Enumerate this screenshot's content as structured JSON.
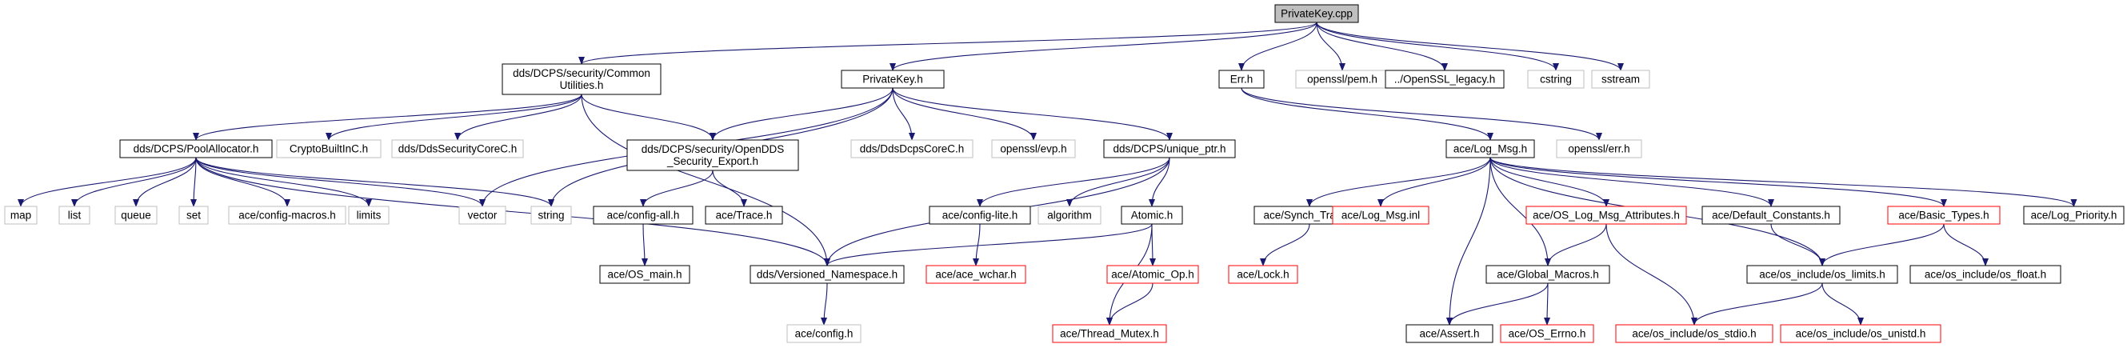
{
  "diagram": {
    "title": "PrivateKey.cpp",
    "colors": {
      "edge": "#191970",
      "root_fill": "#bfbfbf",
      "node_stroke": "#000000",
      "external_stroke": "#bfbfbf",
      "missing_stroke": "#ff0000",
      "text": "#000000"
    },
    "nodes": [
      {
        "id": "privatekey_cpp",
        "label": "PrivateKey.cpp",
        "style": "root"
      },
      {
        "id": "common_utilities",
        "label": "dds/DCPS/security/Common\nUtilities.h",
        "style": "normal"
      },
      {
        "id": "privatekey_h",
        "label": "PrivateKey.h",
        "style": "normal"
      },
      {
        "id": "err_h",
        "label": "Err.h",
        "style": "normal"
      },
      {
        "id": "openssl_pem",
        "label": "openssl/pem.h",
        "style": "external"
      },
      {
        "id": "openssl_legacy",
        "label": "../OpenSSL_legacy.h",
        "style": "normal"
      },
      {
        "id": "cstring",
        "label": "cstring",
        "style": "external"
      },
      {
        "id": "sstream",
        "label": "sstream",
        "style": "external"
      },
      {
        "id": "pool_allocator",
        "label": "dds/DCPS/PoolAllocator.h",
        "style": "normal"
      },
      {
        "id": "crypto_builtin",
        "label": "CryptoBuiltInC.h",
        "style": "external"
      },
      {
        "id": "dds_security_core",
        "label": "dds/DdsSecurityCoreC.h",
        "style": "external"
      },
      {
        "id": "opendds_security_export",
        "label": "dds/DCPS/security/OpenDDS\n_Security_Export.h",
        "style": "normal"
      },
      {
        "id": "dds_dcps_core",
        "label": "dds/DdsDcpsCoreC.h",
        "style": "external"
      },
      {
        "id": "openssl_evp",
        "label": "openssl/evp.h",
        "style": "external"
      },
      {
        "id": "unique_ptr",
        "label": "dds/DCPS/unique_ptr.h",
        "style": "normal"
      },
      {
        "id": "log_msg",
        "label": "ace/Log_Msg.h",
        "style": "normal"
      },
      {
        "id": "openssl_err",
        "label": "openssl/err.h",
        "style": "external"
      },
      {
        "id": "map",
        "label": "map",
        "style": "external"
      },
      {
        "id": "list",
        "label": "list",
        "style": "external"
      },
      {
        "id": "queue",
        "label": "queue",
        "style": "external"
      },
      {
        "id": "set",
        "label": "set",
        "style": "external"
      },
      {
        "id": "config_macros",
        "label": "ace/config-macros.h",
        "style": "external"
      },
      {
        "id": "limits",
        "label": "limits",
        "style": "external"
      },
      {
        "id": "vector",
        "label": "vector",
        "style": "external"
      },
      {
        "id": "string",
        "label": "string",
        "style": "external"
      },
      {
        "id": "config_all",
        "label": "ace/config-all.h",
        "style": "normal"
      },
      {
        "id": "trace_h",
        "label": "ace/Trace.h",
        "style": "normal"
      },
      {
        "id": "config_lite",
        "label": "ace/config-lite.h",
        "style": "normal"
      },
      {
        "id": "algorithm",
        "label": "algorithm",
        "style": "external"
      },
      {
        "id": "atomic_h",
        "label": "Atomic.h",
        "style": "normal"
      },
      {
        "id": "synch_traits",
        "label": "ace/Synch_Traits.h",
        "style": "normal"
      },
      {
        "id": "log_msg_inl",
        "label": "ace/Log_Msg.inl",
        "style": "missing"
      },
      {
        "id": "os_log_msg_attributes",
        "label": "ace/OS_Log_Msg_Attributes.h",
        "style": "missing"
      },
      {
        "id": "default_constants",
        "label": "ace/Default_Constants.h",
        "style": "normal"
      },
      {
        "id": "basic_types",
        "label": "ace/Basic_Types.h",
        "style": "missing"
      },
      {
        "id": "log_priority",
        "label": "ace/Log_Priority.h",
        "style": "normal"
      },
      {
        "id": "os_main",
        "label": "ace/OS_main.h",
        "style": "normal"
      },
      {
        "id": "versioned_namespace",
        "label": "dds/Versioned_Namespace.h",
        "style": "normal"
      },
      {
        "id": "ace_wchar",
        "label": "ace/ace_wchar.h",
        "style": "missing"
      },
      {
        "id": "atomic_op",
        "label": "ace/Atomic_Op.h",
        "style": "missing"
      },
      {
        "id": "lock_h",
        "label": "ace/Lock.h",
        "style": "missing"
      },
      {
        "id": "global_macros",
        "label": "ace/Global_Macros.h",
        "style": "normal"
      },
      {
        "id": "os_limits",
        "label": "ace/os_include/os_limits.h",
        "style": "normal"
      },
      {
        "id": "os_float",
        "label": "ace/os_include/os_float.h",
        "style": "normal"
      },
      {
        "id": "config_h",
        "label": "ace/config.h",
        "style": "external"
      },
      {
        "id": "thread_mutex",
        "label": "ace/Thread_Mutex.h",
        "style": "missing"
      },
      {
        "id": "assert_h",
        "label": "ace/Assert.h",
        "style": "normal"
      },
      {
        "id": "os_errno",
        "label": "ace/OS_Errno.h",
        "style": "missing"
      },
      {
        "id": "os_stdio",
        "label": "ace/os_include/os_stdio.h",
        "style": "missing"
      },
      {
        "id": "os_unistd",
        "label": "ace/os_include/os_unistd.h",
        "style": "missing"
      }
    ],
    "edges": [
      [
        "privatekey_cpp",
        "common_utilities"
      ],
      [
        "privatekey_cpp",
        "privatekey_h"
      ],
      [
        "privatekey_cpp",
        "err_h"
      ],
      [
        "privatekey_cpp",
        "openssl_pem"
      ],
      [
        "privatekey_cpp",
        "openssl_legacy"
      ],
      [
        "privatekey_cpp",
        "cstring"
      ],
      [
        "privatekey_cpp",
        "sstream"
      ],
      [
        "common_utilities",
        "pool_allocator"
      ],
      [
        "common_utilities",
        "crypto_builtin"
      ],
      [
        "common_utilities",
        "dds_security_core"
      ],
      [
        "common_utilities",
        "opendds_security_export"
      ],
      [
        "common_utilities",
        "versioned_namespace"
      ],
      [
        "privatekey_h",
        "opendds_security_export"
      ],
      [
        "privatekey_h",
        "dds_dcps_core"
      ],
      [
        "privatekey_h",
        "openssl_evp"
      ],
      [
        "privatekey_h",
        "unique_ptr"
      ],
      [
        "privatekey_h",
        "vector"
      ],
      [
        "privatekey_h",
        "string"
      ],
      [
        "err_h",
        "log_msg"
      ],
      [
        "err_h",
        "openssl_err"
      ],
      [
        "pool_allocator",
        "map"
      ],
      [
        "pool_allocator",
        "list"
      ],
      [
        "pool_allocator",
        "queue"
      ],
      [
        "pool_allocator",
        "set"
      ],
      [
        "pool_allocator",
        "config_macros"
      ],
      [
        "pool_allocator",
        "limits"
      ],
      [
        "pool_allocator",
        "vector"
      ],
      [
        "pool_allocator",
        "string"
      ],
      [
        "pool_allocator",
        "versioned_namespace"
      ],
      [
        "opendds_security_export",
        "config_all"
      ],
      [
        "opendds_security_export",
        "trace_h"
      ],
      [
        "unique_ptr",
        "config_lite"
      ],
      [
        "unique_ptr",
        "algorithm"
      ],
      [
        "unique_ptr",
        "atomic_h"
      ],
      [
        "unique_ptr",
        "versioned_namespace"
      ],
      [
        "config_all",
        "os_main"
      ],
      [
        "config_lite",
        "ace_wchar"
      ],
      [
        "atomic_h",
        "versioned_namespace"
      ],
      [
        "atomic_h",
        "atomic_op"
      ],
      [
        "atomic_h",
        "thread_mutex"
      ],
      [
        "atomic_op",
        "thread_mutex"
      ],
      [
        "versioned_namespace",
        "config_h"
      ],
      [
        "log_msg",
        "synch_traits"
      ],
      [
        "log_msg",
        "log_msg_inl"
      ],
      [
        "log_msg",
        "os_log_msg_attributes"
      ],
      [
        "log_msg",
        "default_constants"
      ],
      [
        "log_msg",
        "basic_types"
      ],
      [
        "log_msg",
        "log_priority"
      ],
      [
        "log_msg",
        "global_macros"
      ],
      [
        "log_msg",
        "assert_h"
      ],
      [
        "log_msg",
        "os_limits"
      ],
      [
        "synch_traits",
        "lock_h"
      ],
      [
        "os_log_msg_attributes",
        "global_macros"
      ],
      [
        "os_log_msg_attributes",
        "os_stdio"
      ],
      [
        "default_constants",
        "os_limits"
      ],
      [
        "basic_types",
        "os_limits"
      ],
      [
        "basic_types",
        "os_float"
      ],
      [
        "global_macros",
        "assert_h"
      ],
      [
        "global_macros",
        "os_errno"
      ],
      [
        "os_limits",
        "os_stdio"
      ],
      [
        "os_limits",
        "os_unistd"
      ]
    ]
  }
}
